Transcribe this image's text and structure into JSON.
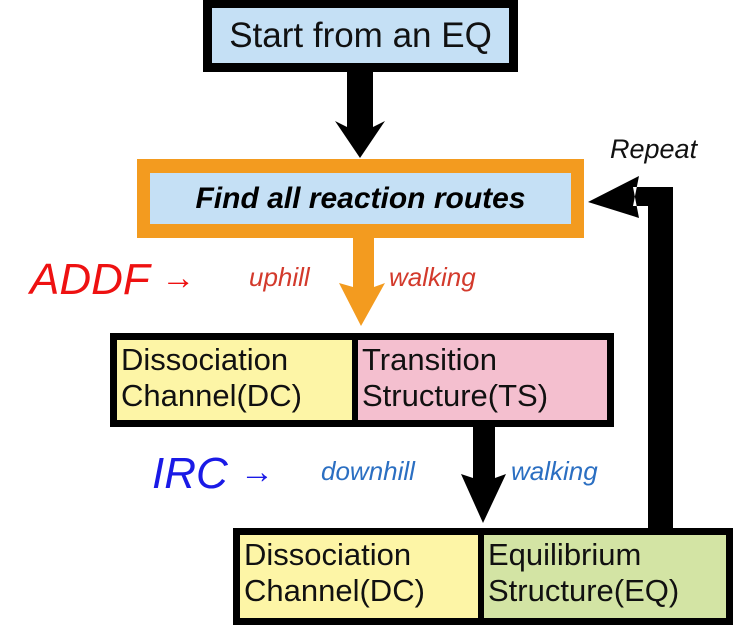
{
  "nodes": {
    "start": {
      "label": "Start from an EQ",
      "fill": "#c5e0f5",
      "border": "#000000"
    },
    "find_routes": {
      "label": "Find all reaction routes",
      "fill": "#c5e0f5",
      "border": "#f39b1f"
    },
    "level1": {
      "left": {
        "line1": "Dissociation",
        "line2": "Channel(DC)",
        "fill": "#fdf5a6"
      },
      "right": {
        "line1": "Transition",
        "line2": "Structure(TS)",
        "fill": "#f4bfcf"
      }
    },
    "level2": {
      "left": {
        "line1": "Dissociation",
        "line2": "Channel(DC)",
        "fill": "#fdf5a6"
      },
      "right": {
        "line1": "Equilibrium",
        "line2": "Structure(EQ)",
        "fill": "#d3e4a4"
      }
    }
  },
  "edges": {
    "uphill": {
      "method": "ADDF",
      "arrow_glyph": "→",
      "left_word": "uphill",
      "right_word": "walking",
      "method_color": "#ee1111",
      "text_color": "#d33a2c",
      "arrow_color": "#f39b1f"
    },
    "downhill": {
      "method": "IRC",
      "arrow_glyph": "→",
      "left_word": "downhill",
      "right_word": "walking",
      "method_color": "#1a1ae6",
      "text_color": "#2b6fc2",
      "arrow_color": "#000000"
    },
    "repeat": {
      "label": "Repeat",
      "arrow_color": "#000000"
    }
  }
}
